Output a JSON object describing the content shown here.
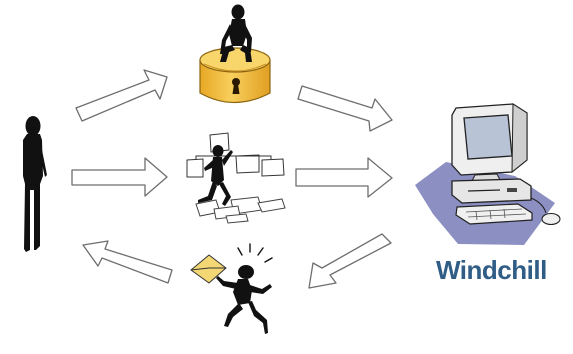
{
  "diagram": {
    "label": "Windchill",
    "colors": {
      "label_text": "#2f5d86",
      "arrow_fill": "#ffffff",
      "arrow_stroke": "#6e6e6e",
      "silhouette": "#111111",
      "lock_gold": "#f6c24c",
      "lock_gold_shade": "#e3a92a",
      "monitor_beige": "#efefef",
      "monitor_shadow": "#8c8fc2",
      "screen": "#b9c3d6",
      "envelope": "#f3d774"
    },
    "icons": [
      "person-icon",
      "locked-person-icon",
      "file-organizer-icon",
      "excited-mail-person-icon",
      "computer-icon"
    ],
    "arrows": [
      "arrow-person-to-lock",
      "arrow-person-to-files",
      "arrow-mail-to-person",
      "arrow-lock-to-computer",
      "arrow-files-to-computer",
      "arrow-computer-to-mail"
    ]
  }
}
